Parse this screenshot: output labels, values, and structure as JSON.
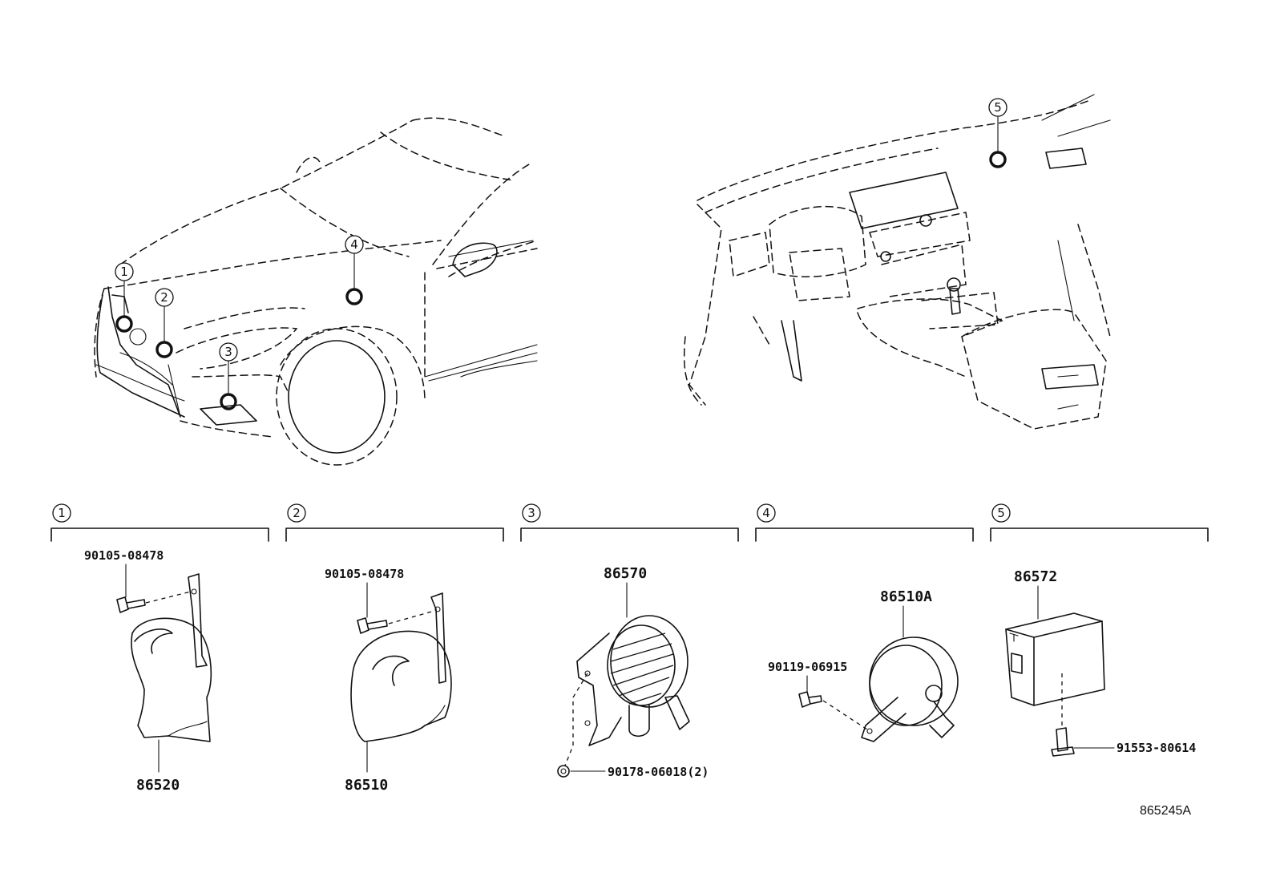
{
  "diagram_id": "865245A",
  "callouts": {
    "c1": "1",
    "c2": "2",
    "c3": "3",
    "c4": "4",
    "c5": "5"
  },
  "groups": [
    {
      "num": "1",
      "bolt": "90105-08478",
      "part": "86520"
    },
    {
      "num": "2",
      "bolt": "90105-08478",
      "part": "86510"
    },
    {
      "num": "3",
      "part": "86570",
      "nut": "90178-06018(2)"
    },
    {
      "num": "4",
      "bolt": "90119-06915",
      "part": "86510A"
    },
    {
      "num": "5",
      "part": "86572",
      "bolt": "91553-80614"
    }
  ]
}
